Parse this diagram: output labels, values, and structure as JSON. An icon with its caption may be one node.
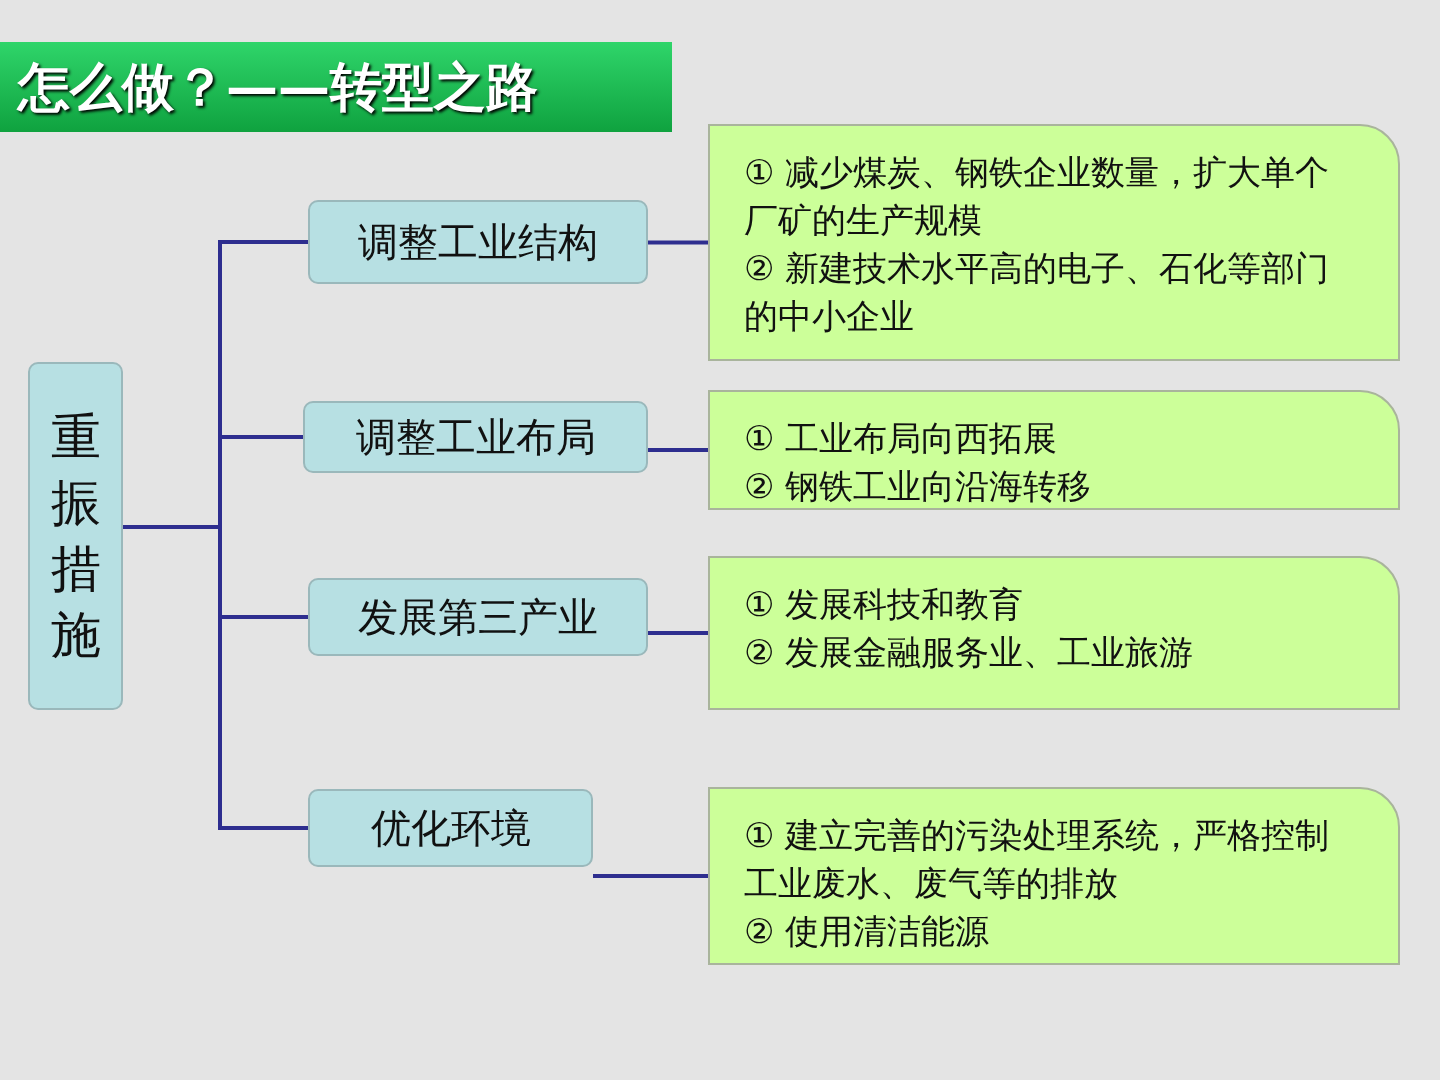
{
  "diagram": {
    "title": "怎么做？——转型之路",
    "nodes": [
      {
        "text": [
          "重振措施"
        ]
      },
      {
        "text": [
          "调整工业结构"
        ]
      },
      {
        "text": [
          "调整工业布局"
        ]
      },
      {
        "text": [
          "发展第三产业"
        ]
      },
      {
        "text": [
          "优化环境"
        ]
      },
      {
        "text": [
          "① 减少煤炭、钢铁企业数量，扩大单个厂矿的生产规模",
          "② 新建技术水平高的电子、石化等部门的中小企业"
        ]
      },
      {
        "text": [
          "① 工业布局向西拓展",
          "② 钢铁工业向沿海转移"
        ]
      },
      {
        "text": [
          "① 发展科技和教育",
          "② 发展金融服务业、工业旅游"
        ]
      },
      {
        "text": [
          "① 建立完善的污染处理系统，严格控制工业废水、废气等的排放",
          "② 使用清洁能源"
        ]
      }
    ],
    "edges": [
      {
        "from": 0,
        "to": 1,
        "arrow": "none"
      },
      {
        "from": 0,
        "to": 2,
        "arrow": "none"
      },
      {
        "from": 0,
        "to": 3,
        "arrow": "none"
      },
      {
        "from": 0,
        "to": 4,
        "arrow": "none"
      },
      {
        "from": 1,
        "to": 5,
        "arrow": "none"
      },
      {
        "from": 2,
        "to": 6,
        "arrow": "none"
      },
      {
        "from": 3,
        "to": 7,
        "arrow": "none"
      },
      {
        "from": 4,
        "to": 8,
        "arrow": "none"
      }
    ]
  }
}
